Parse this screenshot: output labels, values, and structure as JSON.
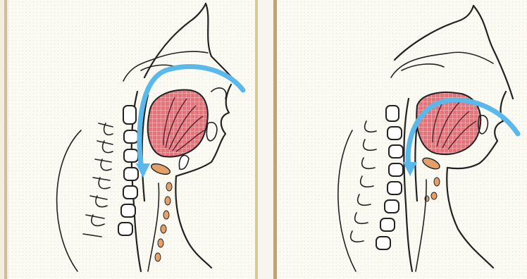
{
  "colors": {
    "background": "#fbfaf3",
    "frame": "#cdbf9a",
    "tongue": "#e8727a",
    "tongue_lines": "#5a1e2a",
    "airflow": "#5ab8ea",
    "cartilage": "#e3a06a",
    "outline": "#222222"
  },
  "panels": [
    {
      "name": "left-panel",
      "depiction": "airway-open",
      "icons": [
        "tongue",
        "airflow-arrow",
        "vertebrae",
        "trachea-rings"
      ]
    },
    {
      "name": "right-panel",
      "depiction": "airway-obstructed",
      "icons": [
        "tongue",
        "airflow-arrow",
        "vertebrae",
        "trachea-rings"
      ]
    }
  ]
}
